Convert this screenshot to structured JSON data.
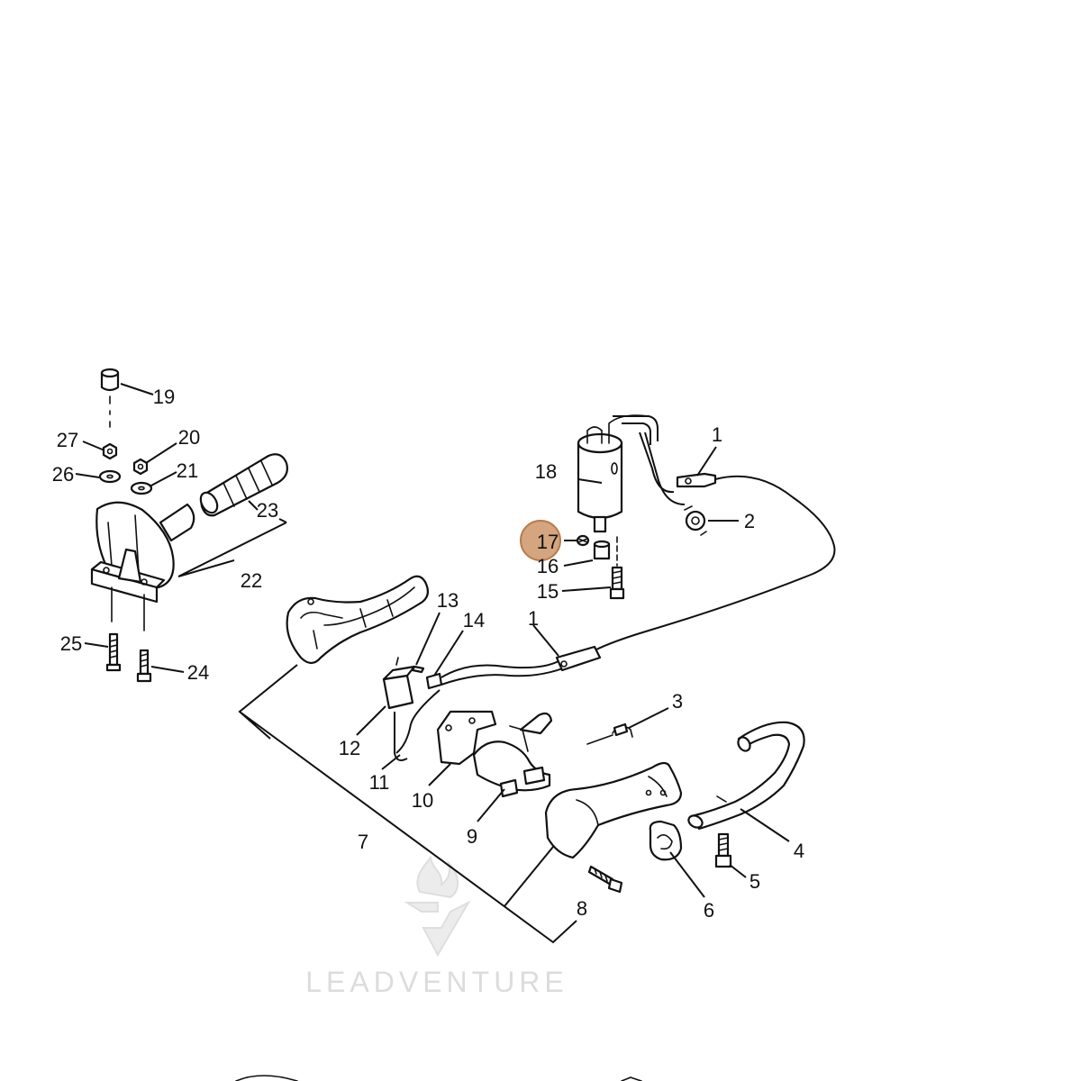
{
  "diagram": {
    "callouts": [
      {
        "id": "1",
        "label": "1"
      },
      {
        "id": "1b",
        "label": "1"
      },
      {
        "id": "2",
        "label": "2"
      },
      {
        "id": "3",
        "label": "3"
      },
      {
        "id": "4",
        "label": "4"
      },
      {
        "id": "5",
        "label": "5"
      },
      {
        "id": "6",
        "label": "6"
      },
      {
        "id": "7",
        "label": "7"
      },
      {
        "id": "8",
        "label": "8"
      },
      {
        "id": "9",
        "label": "9"
      },
      {
        "id": "10",
        "label": "10"
      },
      {
        "id": "11",
        "label": "11"
      },
      {
        "id": "12",
        "label": "12"
      },
      {
        "id": "13",
        "label": "13"
      },
      {
        "id": "14",
        "label": "14"
      },
      {
        "id": "15",
        "label": "15"
      },
      {
        "id": "16",
        "label": "16"
      },
      {
        "id": "17",
        "label": "17"
      },
      {
        "id": "18",
        "label": "18"
      },
      {
        "id": "19",
        "label": "19"
      },
      {
        "id": "20",
        "label": "20"
      },
      {
        "id": "21",
        "label": "21"
      },
      {
        "id": "22",
        "label": "22"
      },
      {
        "id": "23",
        "label": "23"
      },
      {
        "id": "24",
        "label": "24"
      },
      {
        "id": "25",
        "label": "25"
      },
      {
        "id": "26",
        "label": "26"
      },
      {
        "id": "27",
        "label": "27"
      }
    ],
    "highlighted_callout": "17",
    "highlight_color": "#d4a57f"
  },
  "watermark": {
    "text": "LEADVENTURE",
    "icon": "flame-v-logo-icon"
  }
}
